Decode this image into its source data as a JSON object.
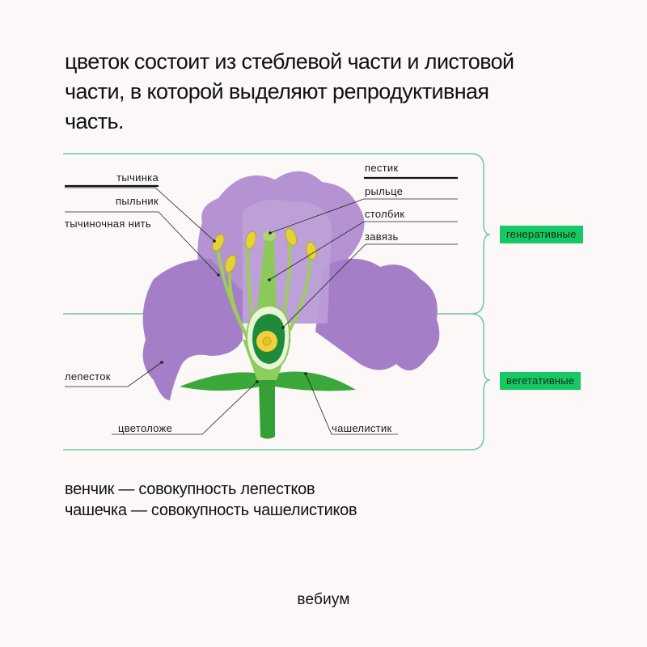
{
  "heading": {
    "line1": "цветок состоит из стеблевой части и листовой",
    "line2": "части, в которой выделяют репродуктивная",
    "line3": "часть."
  },
  "labels": {
    "left": {
      "stamen": "тычинка",
      "anther": "пыльник",
      "filament": "тычиночная нить",
      "petal": "лепесток",
      "receptacle": "цветоложе"
    },
    "right": {
      "pistil": "пестик",
      "stigma": "рыльце",
      "style": "столбик",
      "ovary": "завязь",
      "sepal": "чашелистик"
    }
  },
  "groups": {
    "generative": "генеративные",
    "vegetative": "вегетативные"
  },
  "definitions": {
    "corolla": "венчик — совокупность лепестков",
    "calyx": "чашечка — совокупность чашелистиков"
  },
  "brand": "вебиум",
  "colors": {
    "background": "#fcf8f7",
    "accent_green": "#17c964",
    "divider_teal": "#6cc9a4",
    "petal_purple": "#a882c8",
    "stem_green": "#3aa83a",
    "anther_yellow": "#e3d23a"
  }
}
